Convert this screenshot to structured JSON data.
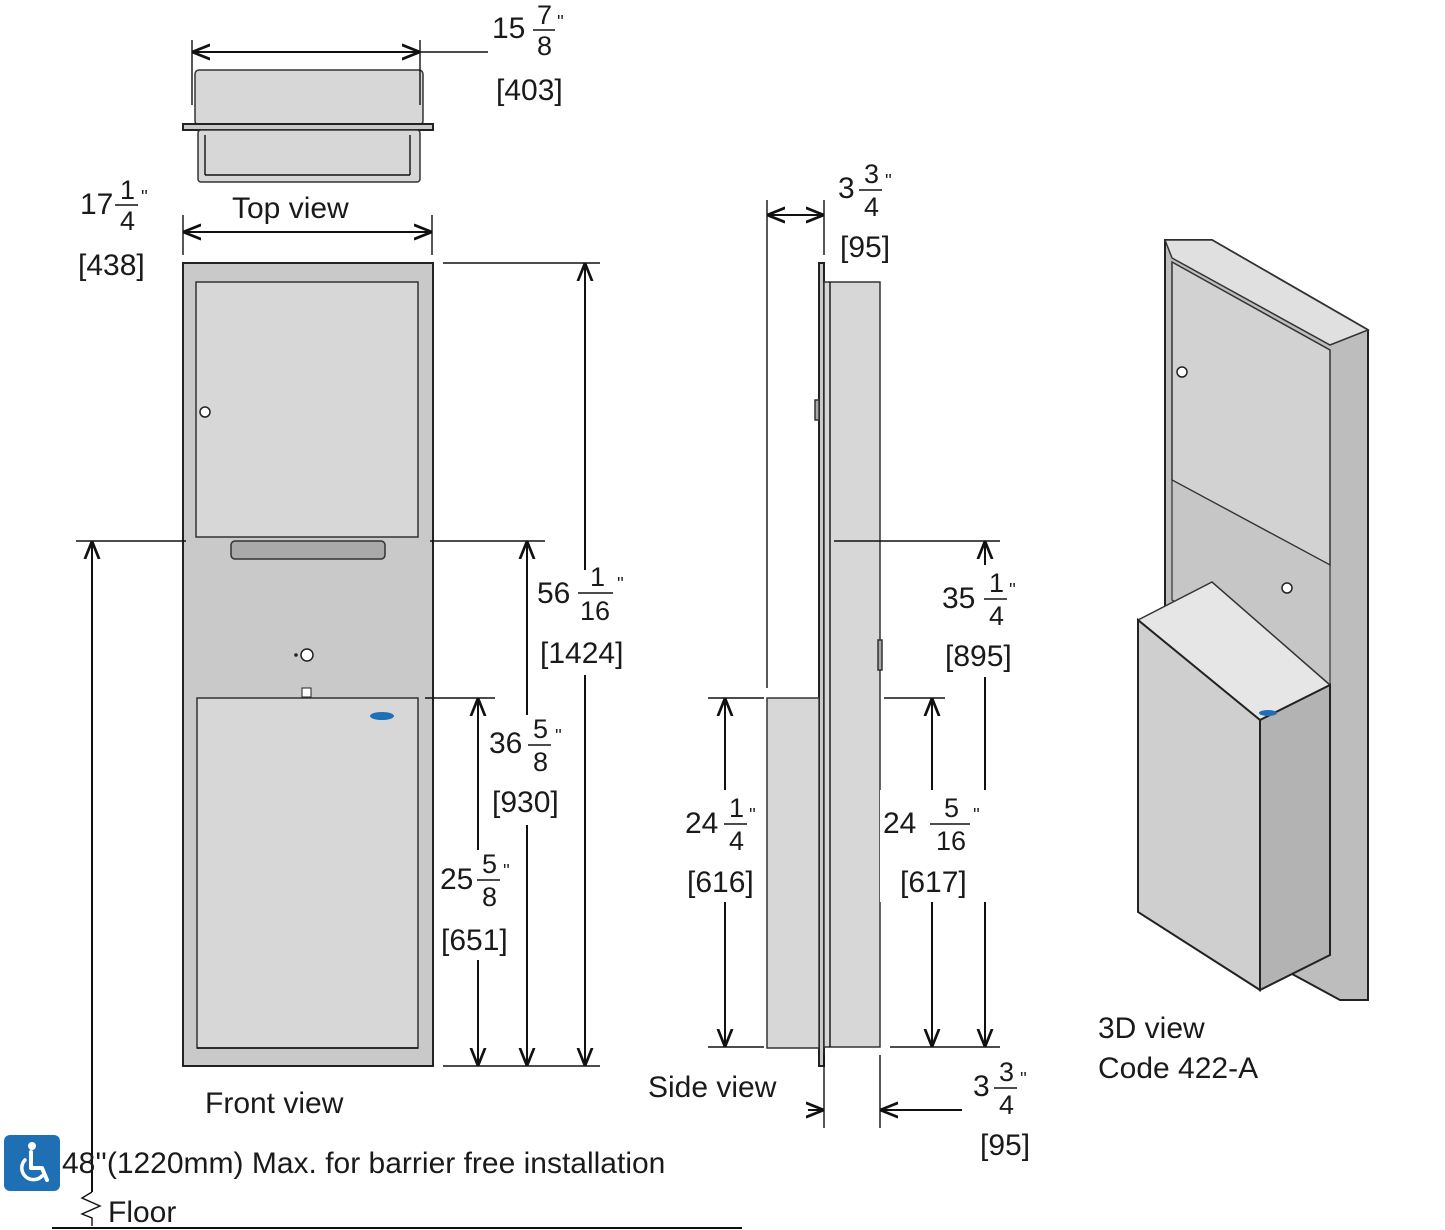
{
  "labels": {
    "top_view": "Top view",
    "front_view": "Front view",
    "side_view": "Side view",
    "view_3d": "3D view",
    "code": "Code 422-A",
    "barrier_note": "48''(1220mm) Max. for barrier free installation",
    "floor": "Floor"
  },
  "dimensions": {
    "top_width": {
      "whole": "15",
      "num": "7",
      "den": "8",
      "inch": "''",
      "mm": "[403]"
    },
    "front_width": {
      "whole": "17",
      "num": "1",
      "den": "4",
      "inch": "''",
      "mm": "[438]"
    },
    "total_height": {
      "whole": "56",
      "num": "1",
      "den": "16",
      "inch": "''",
      "mm": "[1424]"
    },
    "mid_height": {
      "whole": "36",
      "num": "5",
      "den": "8",
      "inch": "''",
      "mm": "[930]"
    },
    "bin_height": {
      "whole": "25",
      "num": "5",
      "den": "8",
      "inch": "''",
      "mm": "[651]"
    },
    "side_depth_top": {
      "whole": "3",
      "num": "3",
      "den": "4",
      "inch": "''",
      "mm": "[95]"
    },
    "side_mid": {
      "whole": "35",
      "num": "1",
      "den": "4",
      "inch": "''",
      "mm": "[895]"
    },
    "side_bin_left": {
      "whole": "24",
      "num": "1",
      "den": "4",
      "inch": "''",
      "mm": "[616]"
    },
    "side_bin_right": {
      "whole": "24",
      "num": "5",
      "den": "16",
      "inch": "''",
      "mm": "[617]"
    },
    "side_depth_bot": {
      "whole": "3",
      "num": "3",
      "den": "4",
      "inch": "''",
      "mm": "[95]"
    }
  },
  "icons": {
    "accessibility": "wheelchair-icon",
    "accessibility_color": "#1f6fb5"
  }
}
